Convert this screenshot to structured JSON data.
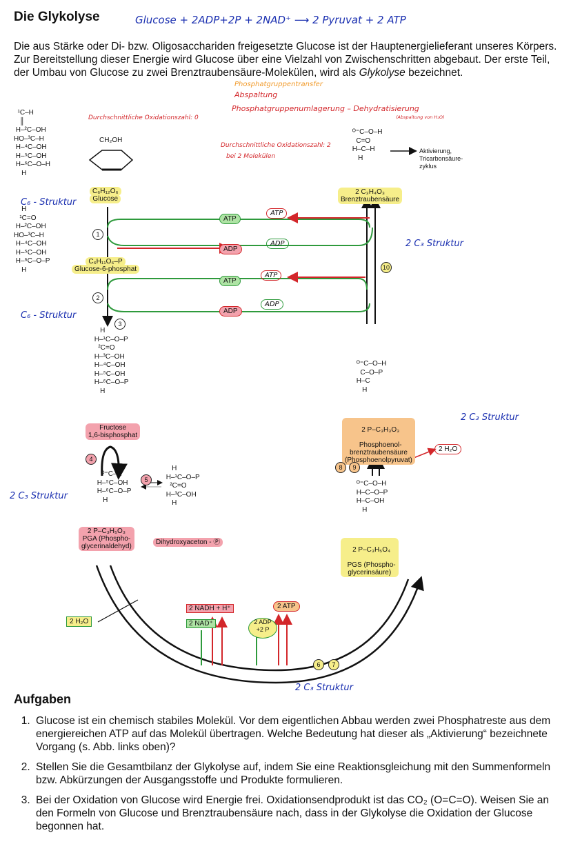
{
  "title": "Die Glykolyse",
  "equation": "Glucose + 2ADP+2P + 2NAD⁺ ⟶ 2 Pyruvat + 2 ATP",
  "intro": "Die aus Stärke oder Di- bzw. Oligosacchariden freigesetzte Glucose ist der Hauptenergielieferant unseres Körpers. Zur Bereitstellung dieser Energie wird Glucose über eine Vielzahl von Zwischenschritten abgebaut. Der erste Teil, der Umbau von Glucose zu zwei Brenztraubensäure-Molekülen, wird als",
  "intro_italic": "Glykolyse",
  "intro_end": "bezeichnet.",
  "annotations": {
    "phosphate_transfer": "Phosphatgruppentransfer",
    "abspaltung": "Abspaltung",
    "umlagerung": "Phosphatgruppenumlagerung – Dehydratisierung",
    "wasser": "(Abspaltung von H₂O)",
    "oxidation_zero": "Durchschnittliche Oxidationszahl: 0",
    "oxidation_two": "Durchschnittliche Oxidationszahl: 2",
    "bei_zwei": "bei 2 Molekülen",
    "c6_1": "C₆ - Struktur",
    "c6_2": "C₆ - Struktur",
    "c3_right": "2 C₃ Struktur",
    "c3_right2": "2 C₃ Struktur",
    "c3_left": "2 C₃ Struktur",
    "c3_bottom": "2 C₃ Struktur"
  },
  "diagram": {
    "glucose_formula": "C₆H₁₂O₆",
    "glucose_name": "Glucose",
    "g6p_formula": "C₆H₁₁O₆–P",
    "g6p_name": "Glucose-6-phosphat",
    "fructose_name": "Fructose\n1,6-bisphosphat",
    "pga_formula": "2 P–C₃H₅O₃",
    "pga_name": "PGA (Phospho-\nglycerinaldehyd)",
    "dhap_name": "Dihydroxyaceton - Ⓟ",
    "pyruvate_formula": "2 C₃H₄O₃",
    "pyruvate_name": "Brenztraubensäure",
    "pep_formula": "2 P–C₃H₃O₃",
    "pep_name": "Phosphoenol-\nbrenztraubensäure\n(Phosphoenolpyruvat)",
    "pgs_formula": "2 P–C₃H₅O₄",
    "pgs_name": "PGS (Phospho-\nglycerinsäure)",
    "activation": "Aktivierung,\nTricarbonsäure-\nzyklus",
    "atp": "ATP",
    "adp": "ADP",
    "atp_hw": "ATP",
    "adp_hw": "ADP",
    "nadh": "2 NADH + H⁺",
    "nad": "2 NAD⁺",
    "two_adp": "2 ADP\n+2 P",
    "two_atp": "2 ATP",
    "two_h2o_left": "2 H₂O",
    "two_h2o_right": "2 H₂O",
    "steps": [
      "1",
      "2",
      "3",
      "4",
      "5",
      "6",
      "7",
      "8",
      "9",
      "10"
    ]
  },
  "structures": {
    "glucose_chain": "  ¹C–H\n   ║\n H–²C–OH\nHO–³C–H\n H–⁴C–OH\n H–⁵C–OH\n H–⁶C–O–H\n    H",
    "glucose_ring_top": "CH₂OH",
    "g6p_chain": "    H\n   ¹C=O\n H–²C–OH\nHO–³C–H\n H–⁴C–OH\n H–⁵C–OH\n H–⁶C–O–P\n    H",
    "fructose_chain": "    H\n H–¹C–O–P\n   ²C=O\n H–³C–OH\n H–⁴C–OH\n H–⁵C–OH\n H–⁶C–O–P\n    H",
    "gap_chain": "   ᴼ⁼C–H\n H–⁵C–OH\n H–⁶C–O–P\n    H",
    "dhap_chain": "    H\n H–¹C–O–P\n   ²C=O\n H–³C–OH\n    H",
    "pyruvate_chain": " ᴼ⁼C–O–H\n   C=O\n H–C–H\n    H",
    "pep_chain": " ᴼ⁼C–O–H\n   C–O–P\n H–C\n    H",
    "pgs_chain": " ᴼ⁼C–O–H\n H–C–O–P\n H–C–OH\n    H"
  },
  "tasks_heading": "Aufgaben",
  "tasks": [
    "Glucose ist ein chemisch stabiles Molekül. Vor dem eigentlichen Abbau werden zwei Phosphatreste aus dem energiereichen ATP auf das Molekül übertragen. Welche Bedeutung hat dieser als „Aktivierung“ bezeichnete Vorgang (s. Abb. links oben)?",
    "Stellen Sie die Gesamtbilanz der Glykolyse auf, indem Sie eine Reaktionsgleichung mit den Summenformeln bzw. Abkürzungen der Ausgangsstoffe und Produkte formulieren.",
    "Bei der Oxidation von Glucose wird Energie frei. Oxidationsendprodukt ist das CO₂ (O=C=O). Weisen Sie an den Formeln von Glucose und Brenztraubensäure nach, dass in der Glykolyse die Oxidation der Glucose begonnen hat."
  ],
  "colors": {
    "green": "#2e9a3c",
    "red": "#d3262a",
    "blue": "#1a2fb0",
    "yellow": "#f6ee8a",
    "orange": "#f7c48b",
    "pink": "#f3a2ad"
  }
}
